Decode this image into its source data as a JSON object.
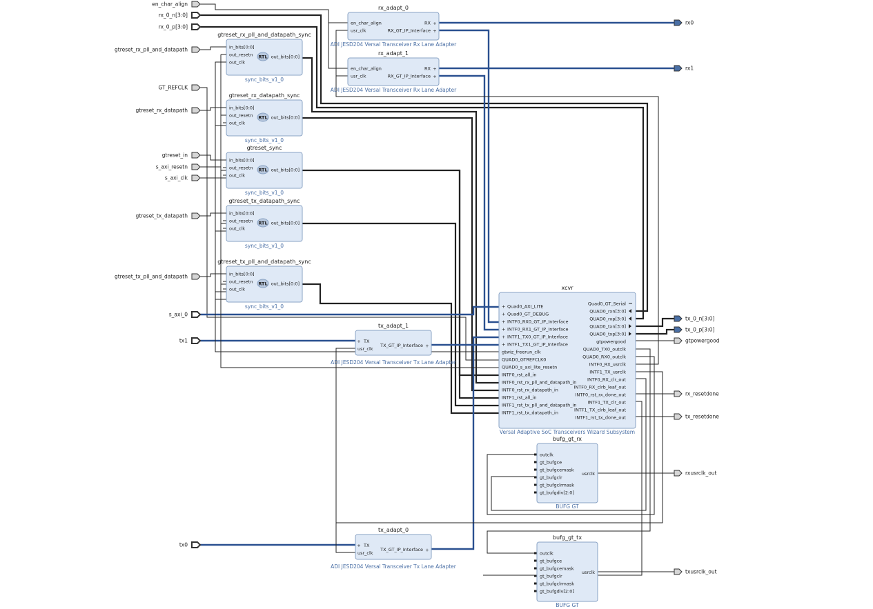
{
  "ports_left": [
    {
      "id": "en_char_align",
      "label": "en_char_align",
      "bus": false
    },
    {
      "id": "rx_0_n",
      "label": "rx_0_n[3:0]",
      "bus": true
    },
    {
      "id": "rx_0_p",
      "label": "rx_0_p[3:0]",
      "bus": true
    },
    {
      "id": "gtreset_rx_pll_and_datapath",
      "label": "gtreset_rx_pll_and_datapath",
      "bus": false
    },
    {
      "id": "GT_REFCLK",
      "label": "GT_REFCLK",
      "bus": false
    },
    {
      "id": "gtreset_rx_datapath",
      "label": "gtreset_rx_datapath",
      "bus": false
    },
    {
      "id": "gtreset_in",
      "label": "gtreset_in",
      "bus": false
    },
    {
      "id": "s_axi_resetn",
      "label": "s_axi_resetn",
      "bus": false
    },
    {
      "id": "s_axi_clk",
      "label": "s_axi_clk",
      "bus": false
    },
    {
      "id": "gtreset_tx_datapath",
      "label": "gtreset_tx_datapath",
      "bus": false
    },
    {
      "id": "gtreset_tx_pll_and_datapath",
      "label": "gtreset_tx_pll_and_datapath",
      "bus": false
    },
    {
      "id": "s_axi_0",
      "label": "s_axi_0",
      "bus": true
    },
    {
      "id": "tx1",
      "label": "tx1",
      "bus": true
    },
    {
      "id": "tx0",
      "label": "tx0",
      "bus": true
    }
  ],
  "ports_right": [
    {
      "id": "rx0",
      "label": "rx0",
      "bus": true
    },
    {
      "id": "rx1",
      "label": "rx1",
      "bus": true
    },
    {
      "id": "tx_0_n",
      "label": "tx_0_n[3:0]",
      "bus": true
    },
    {
      "id": "tx_0_p",
      "label": "tx_0_p[3:0]",
      "bus": true
    },
    {
      "id": "gtpowergood",
      "label": "gtpowergood",
      "bus": false
    },
    {
      "id": "rx_resetdone",
      "label": "rx_resetdone",
      "bus": false
    },
    {
      "id": "tx_resetdone",
      "label": "tx_resetdone",
      "bus": false
    },
    {
      "id": "rxusrclk_out",
      "label": "rxusrclk_out",
      "bus": false
    },
    {
      "id": "txusrclk_out",
      "label": "txusrclk_out",
      "bus": false
    }
  ],
  "sync_blocks": [
    {
      "id": "sync1",
      "name": "gtreset_rx_pll_and_datapath_sync",
      "sub": "sync_bits_v1_0"
    },
    {
      "id": "sync2",
      "name": "gtreset_rx_datapath_sync",
      "sub": "sync_bits_v1_0"
    },
    {
      "id": "sync3",
      "name": "gtreset_sync",
      "sub": "sync_bits_v1_0"
    },
    {
      "id": "sync4",
      "name": "gtreset_tx_datapath_sync",
      "sub": "sync_bits_v1_0"
    },
    {
      "id": "sync5",
      "name": "gtreset_tx_pll_and_datapath_sync",
      "sub": "sync_bits_v1_0"
    }
  ],
  "sync_pins": {
    "in": [
      "in_bits[0:0]",
      "out_resetn",
      "out_clk"
    ],
    "out": "out_bits[0:0]",
    "rtl": "RTL"
  },
  "rx_adapt": [
    {
      "id": "rxa0",
      "name": "rx_adapt_0",
      "sub": "ADI JESD204 Versal Transceiver Rx Lane Adapter"
    },
    {
      "id": "rxa1",
      "name": "rx_adapt_1",
      "sub": "ADI JESD204 Versal Transceiver Rx Lane Adapter"
    }
  ],
  "rx_pins": {
    "in": [
      "en_char_align",
      "usr_clk"
    ],
    "out": [
      "RX",
      "RX_GT_IP_Interface"
    ]
  },
  "tx_adapt": [
    {
      "id": "txa1",
      "name": "tx_adapt_1",
      "sub": "ADI JESD204 Versal Transceiver Tx Lane Adapter"
    },
    {
      "id": "txa0",
      "name": "tx_adapt_0",
      "sub": "ADI JESD204 Versal Transceiver Tx Lane Adapter"
    }
  ],
  "tx_pins": {
    "in": [
      "TX",
      "usr_clk"
    ],
    "out": "TX_GT_IP_Interface"
  },
  "xcvr": {
    "name": "xcvr",
    "sub": "Versal Adaptive SoC Transceivers Wizard Subsystem",
    "left_pins": [
      "Quad0_AXI_LITE",
      "Quad0_GT_DEBUG",
      "INTF0_RX0_GT_IP_Interface",
      "INTF0_RX1_GT_IP_Interface",
      "INTF1_TX0_GT_IP_Interface",
      "INTF1_TX1_GT_IP_Interface",
      "gtwiz_freerun_clk",
      "QUAD0_GTREFCLK0",
      "QUAD0_s_axi_lite_resetn",
      "INTF0_rst_all_in",
      "INTF0_rst_rx_pll_and_datapath_in",
      "INTF0_rst_rx_datapath_in",
      "INTF1_rst_all_in",
      "INTF1_rst_tx_pll_and_datapath_in",
      "INTF1_rst_tx_datapath_in"
    ],
    "right_pins": [
      "Quad0_GT_Serial",
      "QUAD0_rxn[3:0]",
      "QUAD0_rxp[3:0]",
      "QUAD0_txn[3:0]",
      "QUAD0_txp[3:0]",
      "gtpowergood",
      "QUAD0_TX0_outclk",
      "QUAD0_RX0_outclk",
      "INTF0_RX_usrclk",
      "INTF1_TX_usrclk",
      "INTF0_RX_clr_out",
      "INTF0_RX_clrb_leaf_out",
      "INTF0_rst_rx_done_out",
      "INTF1_TX_clr_out",
      "INTF1_TX_clrb_leaf_out",
      "INTF1_rst_tx_done_out"
    ]
  },
  "bufg": [
    {
      "id": "bufgrx",
      "name": "bufg_gt_rx",
      "sub": "BUFG GT"
    },
    {
      "id": "bufgtx",
      "name": "bufg_gt_tx",
      "sub": "BUFG GT"
    }
  ],
  "bufg_pins": {
    "in": [
      "outclk",
      "gt_bufgce",
      "gt_bufgcemask",
      "gt_bufgclr",
      "gt_bufgclrmask",
      "gt_bufgdiv[2:0]"
    ],
    "out": "usrclk"
  }
}
